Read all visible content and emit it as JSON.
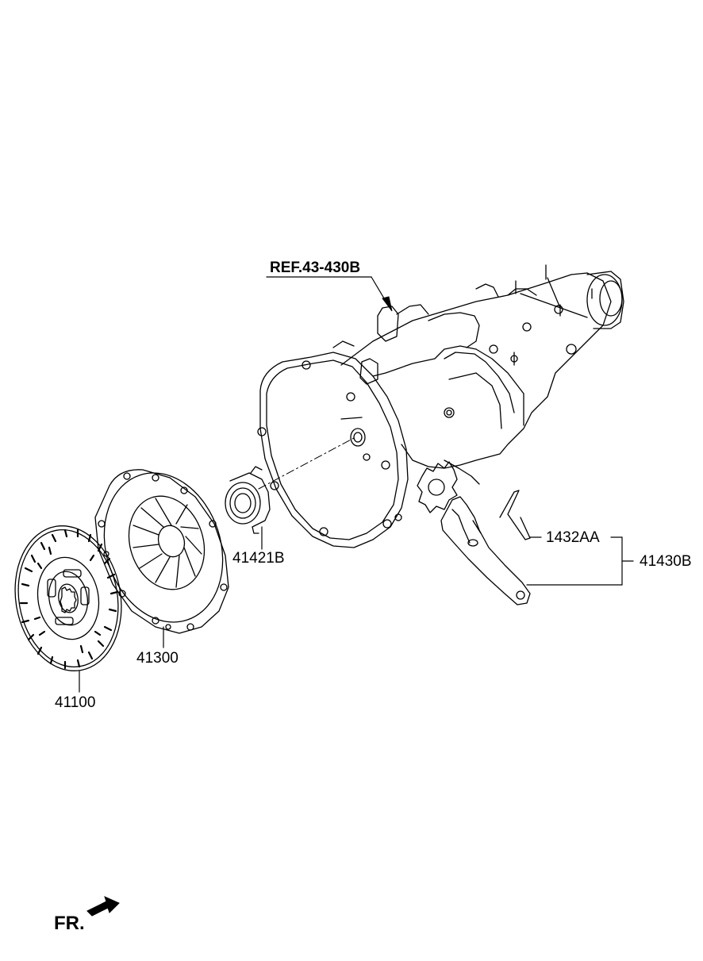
{
  "labels": {
    "ref": "REF.43-430B",
    "disc": "41100",
    "cover": "41300",
    "bearing": "41421B",
    "clip": "1432AA",
    "fork": "41430B",
    "front": "FR."
  }
}
